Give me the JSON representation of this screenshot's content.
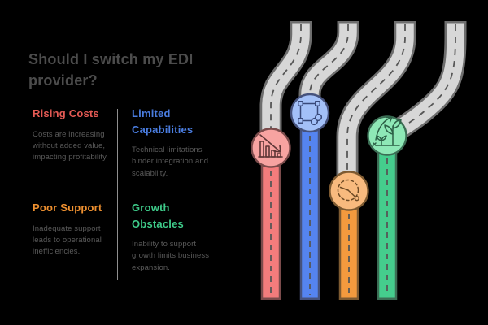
{
  "background": "#000000",
  "palette": {
    "title_color": "#4c4c4c",
    "body_text": "#5a5a5a",
    "divider": "#8f8f8f"
  },
  "title": "Should I switch my EDI provider?",
  "quadrants": [
    {
      "heading": "Rising Costs",
      "color": "#e45a54",
      "body": "Costs are increasing without added value, impacting profitability."
    },
    {
      "heading": "Limited Capabilities",
      "color": "#4a7de0",
      "body": "Technical limitations hinder integration and scalability."
    },
    {
      "heading": "Poor Support",
      "color": "#ee9030",
      "body": "Inadequate support leads to operational inefficiencies."
    },
    {
      "heading": "Growth Obstacles",
      "color": "#3ecb8a",
      "body": "Inability to support growth limits business expansion."
    }
  ],
  "roads": {
    "surface": "#d7d7d7",
    "border": "#6e6e6e",
    "dash": "#575757"
  },
  "lanes": [
    {
      "name": "rising-costs-lane",
      "icon": "declining-bar-chart-icon",
      "color": "#f37c7c",
      "edge": "#7b4b4b",
      "circle_fill": "#f7a3a1",
      "icon_stroke": "#5e3636"
    },
    {
      "name": "limited-capabilities-lane",
      "icon": "vector-frame-link-icon",
      "color": "#5584f0",
      "edge": "#46527c",
      "circle_fill": "#a3c0f8",
      "icon_stroke": "#39497a"
    },
    {
      "name": "poor-support-lane",
      "icon": "dashed-clock-icon",
      "color": "#f39a3e",
      "edge": "#7d5a31",
      "circle_fill": "#f8ba7e",
      "icon_stroke": "#6e4a24"
    },
    {
      "name": "growth-obstacles-lane",
      "icon": "sprout-growth-icon",
      "color": "#45cd8d",
      "edge": "#3c6e55",
      "circle_fill": "#8ee8b6",
      "icon_stroke": "#2d6147"
    }
  ]
}
